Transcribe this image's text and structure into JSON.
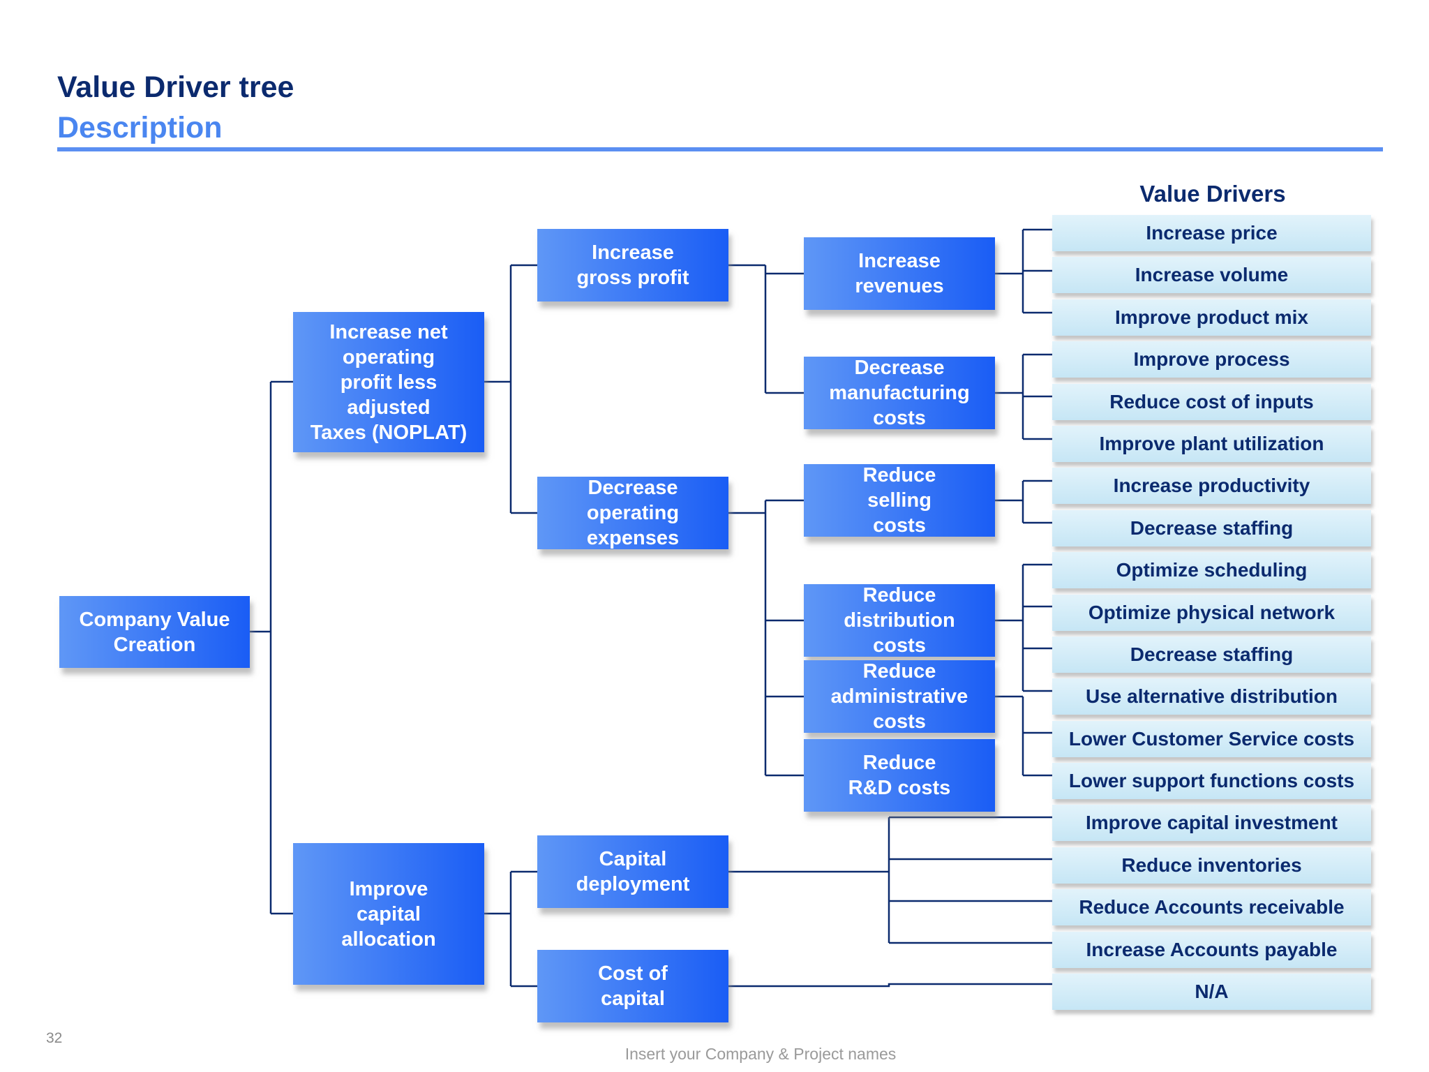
{
  "header": {
    "title": "Value Driver tree",
    "subtitle": "Description"
  },
  "tree": {
    "root": "Company Value\nCreation",
    "level1": [
      "Increase net\noperating\nprofit less\nadjusted\nTaxes  (NOPLAT)",
      "Improve\ncapital\nallocation"
    ],
    "level2": [
      "Increase\ngross profit",
      "Decrease\noperating\nexpenses",
      "Capital\ndeployment",
      "Cost of\ncapital"
    ],
    "level3": [
      "Increase\nrevenues",
      "Decrease\nmanufacturing\ncosts",
      "Reduce\nselling\ncosts",
      "Reduce\ndistribution\ncosts",
      "Reduce\nadministrative\ncosts",
      "Reduce\nR&D costs"
    ]
  },
  "value_drivers": {
    "header": "Value Drivers",
    "items": [
      "Increase price",
      "Increase volume",
      "Improve product  mix",
      "Improve process",
      "Reduce cost of inputs",
      "Improve plant utilization",
      "Increase productivity",
      "Decrease staffing",
      "Optimize scheduling",
      "Optimize physical network",
      "Decrease staffing",
      "Use alternative distribution",
      "Lower Customer Service costs",
      "Lower support functions costs",
      "Improve capital investment",
      "Reduce inventories",
      "Reduce Accounts receivable",
      "Increase Accounts payable",
      "N/A"
    ]
  },
  "footer": {
    "page_number": "32",
    "text": "Insert your Company & Project names"
  },
  "colors": {
    "node_start": "#5f97f6",
    "node_end": "#1a5df5",
    "driver_fill": "#d3ecf8",
    "line": "#0b2a6e",
    "title": "#0b2a6e",
    "accent": "#5b8ff2"
  }
}
